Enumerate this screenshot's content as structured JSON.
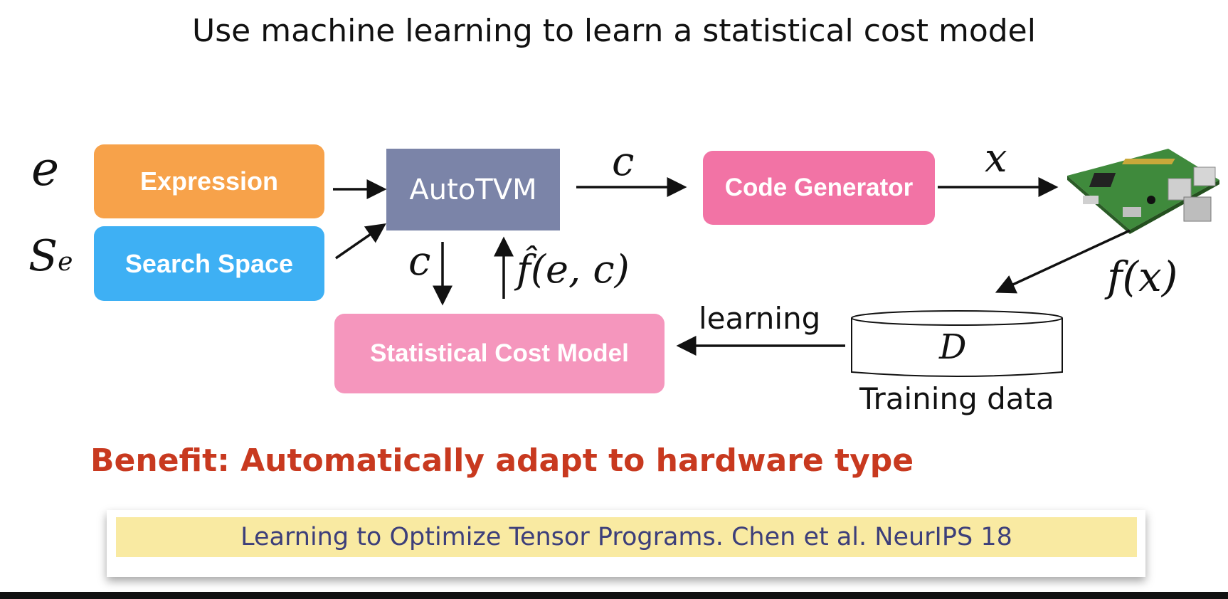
{
  "title": "Use machine learning to learn a statistical cost model",
  "nodes": {
    "expression": "Expression",
    "search_space": "Search Space",
    "autotvm": "AutoTVM",
    "code_generator": "Code Generator",
    "cost_model": "Statistical Cost Model",
    "training_data_symbol": "D",
    "training_data_label": "Training data"
  },
  "symbols": {
    "e": "e",
    "s": "S",
    "s_sub": "e",
    "c_top": "c",
    "x": "x",
    "c_down": "c",
    "f_hat": "f̂(e, c)",
    "f_x": "f(x)"
  },
  "edges": {
    "learning": "learning"
  },
  "benefit": "Benefit: Automatically adapt to hardware type",
  "citation": "Learning to Optimize Tensor Programs. Chen et al. NeurIPS 18",
  "colors": {
    "expression": "#f7a24a",
    "search_space": "#3eb0f4",
    "autotvm": "#7b84a8",
    "code_generator": "#f273a5",
    "cost_model": "#f596bd",
    "benefit": "#c8391f",
    "citation_bg": "#f9eaa2"
  },
  "icons": [
    "raspberry-pi-board-icon"
  ]
}
